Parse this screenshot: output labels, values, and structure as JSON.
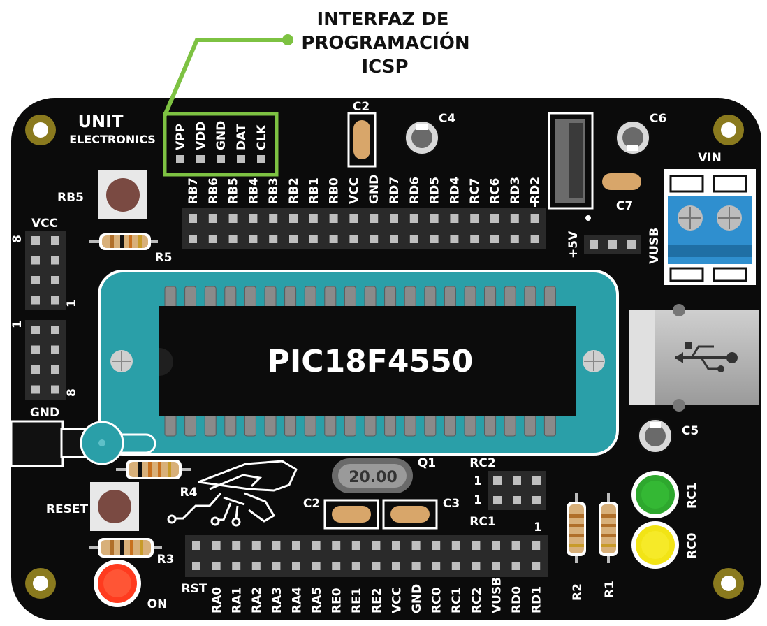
{
  "title": {
    "line1": "INTERFAZ DE",
    "line2": "PROGRAMACIÓN",
    "line3": "ICSP"
  },
  "brand": {
    "line1": "UNIT",
    "line2": "ELECTRONICS"
  },
  "chip_label": "PIC18F4550",
  "crystal_label": "20.00",
  "icsp_pins": [
    "VPP",
    "VDD",
    "GND",
    "DAT",
    "CLK"
  ],
  "top_header_pins": [
    "RB7",
    "RB6",
    "RB5",
    "RB4",
    "RB3",
    "RB2",
    "RB1",
    "RB0",
    "VCC",
    "GND",
    "RD7",
    "RD6",
    "RD5",
    "RD4",
    "RC7",
    "RC6",
    "RD3",
    "RD2"
  ],
  "bottom_header_pins": [
    "RA0",
    "RA1",
    "RA2",
    "RA3",
    "RA4",
    "RA5",
    "RE0",
    "RE1",
    "RE2",
    "VCC",
    "GND",
    "RC0",
    "RC1",
    "RC2",
    "VUSB",
    "RD0",
    "RD1"
  ],
  "components": {
    "c2_top": "C2",
    "c4": "C4",
    "c6": "C6",
    "c7": "C7",
    "c5": "C5",
    "c2_bottom": "C2",
    "c3": "C3",
    "q1": "Q1",
    "r1": "R1",
    "r2": "R2",
    "r3": "R3",
    "r4": "R4",
    "r5": "R5",
    "rb5": "RB5",
    "reset": "RESET",
    "on": "ON",
    "rst": "RST",
    "vcc": "VCC",
    "gnd": "GND",
    "vin": "VIN",
    "vusb": "VUSB",
    "plus5v": "+5V",
    "rc1_led": "RC1",
    "rc0_led": "RC0",
    "rc2_jumper": "RC2",
    "rc1_jumper": "RC1",
    "num_1": "1",
    "num_8": "8"
  },
  "colors": {
    "board": "#0b0b0b",
    "accent_green": "#7dc242",
    "zif_socket": "#2a9fa8",
    "led_on": "#ff3b1f",
    "led_rc1": "#2ea82e",
    "led_rc0": "#f2e416",
    "terminal_block": "#2f8fcf",
    "mount_hole": "#8a7a1e"
  }
}
